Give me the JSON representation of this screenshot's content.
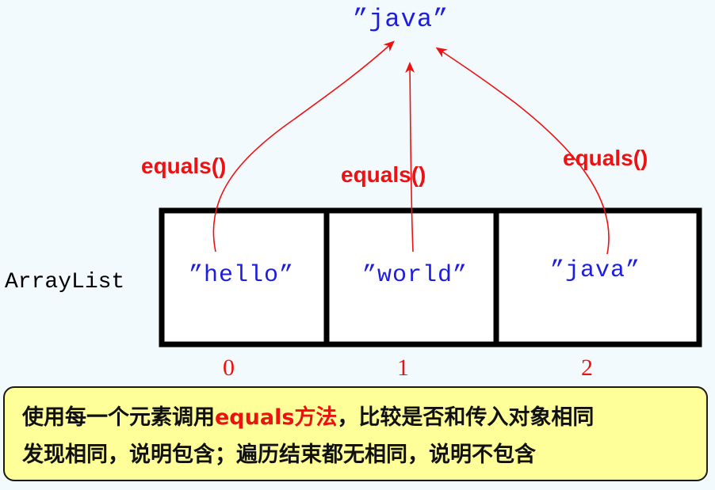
{
  "target": {
    "text": "”java”"
  },
  "equals_labels": [
    "equals()",
    "equals()",
    "equals()"
  ],
  "list": {
    "label": "ArrayList",
    "cells": [
      {
        "value": "”hello”",
        "index": "0"
      },
      {
        "value": "”world”",
        "index": "1"
      },
      {
        "value": "”java”",
        "index": "2"
      }
    ]
  },
  "note": {
    "line1_prefix": "使用每一个元素调用",
    "line1_highlight": "equals方法",
    "line1_suffix": "，比较是否和传入对象相同",
    "line2": "发现相同，说明包含；遍历结束都无相同，说明不包含"
  },
  "colors": {
    "background": "#f3fafd",
    "string_blue": "#1d1de0",
    "arrow_red": "#ee1111",
    "note_fill": "#ffff99"
  }
}
